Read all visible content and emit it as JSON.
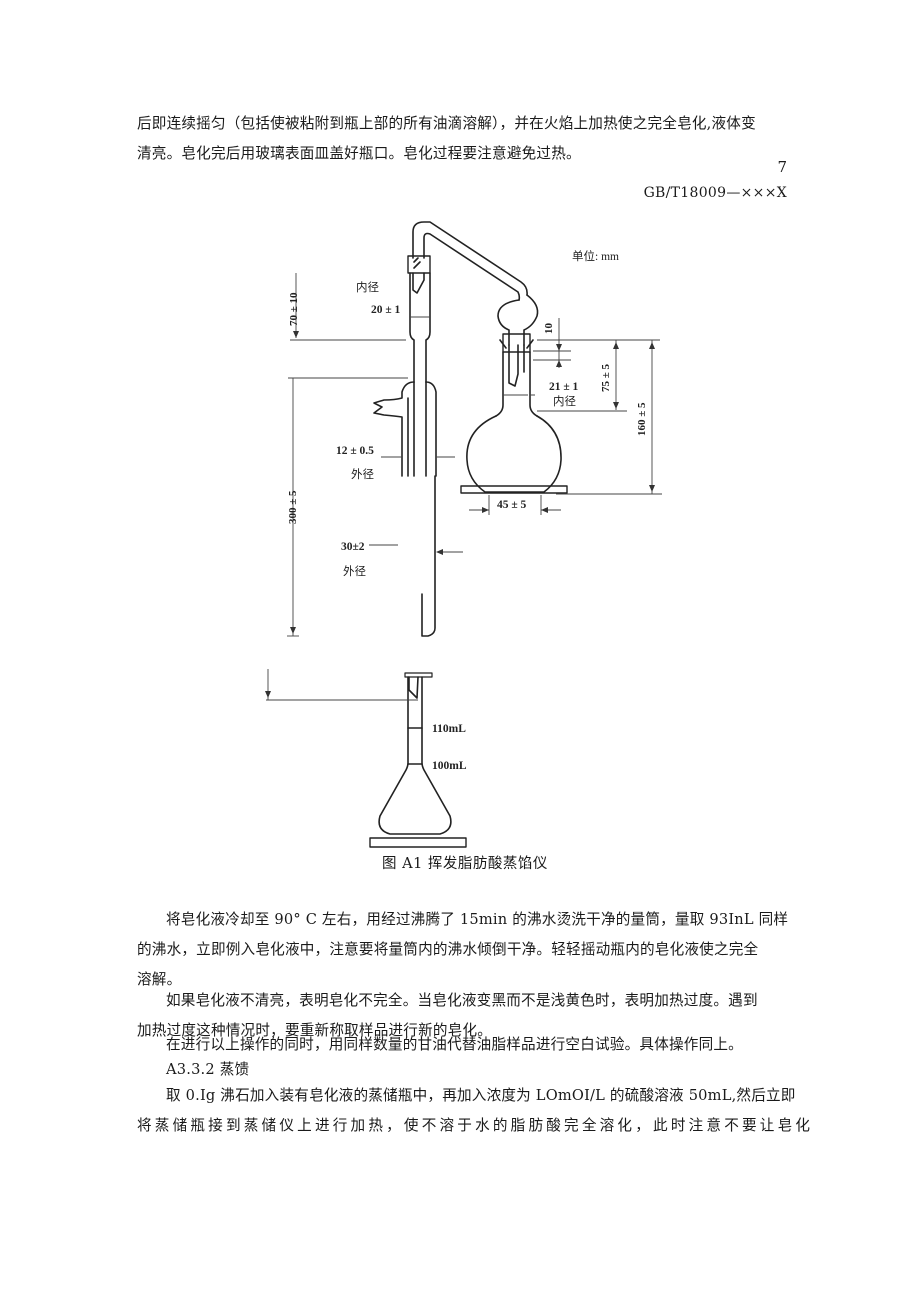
{
  "header": {
    "page_number": "7",
    "standard_number": "GB/T18009—×××X"
  },
  "intro_paragraph": {
    "lines": [
      "后即连续摇匀（包括使被粘附到瓶上部的所有油滴溶解），并在火焰上加热使之完全皂化,液体变",
      "清亮。皂化完后用玻璃表面皿盖好瓶口。皂化过程要注意避免过热。"
    ]
  },
  "figure": {
    "unit_label": "单位: mm",
    "labels": {
      "inner_dia_top": "内径",
      "dim_20": "20 ± 1",
      "dim_70": "70 ± 10",
      "dim_10": "10",
      "dim_21": "21 ± 1",
      "inner_dia_flask": "内径",
      "dim_75": "75 ± 5",
      "dim_160": "160 ± 5",
      "dim_12": "12 ± 0.5",
      "outer_dia_12": "外径",
      "dim_45": "45 ± 5",
      "dim_300": "300 ± 5",
      "dim_30": "30±2",
      "outer_dia_30": "外径",
      "mark_110": "110mL",
      "mark_100": "100mL"
    },
    "caption": "图 A1 挥发脂肪酸蒸馅仪"
  },
  "body": {
    "para1": [
      "将皂化液冷却至 90° C 左右，用经过沸腾了 15min 的沸水烫洗干净的量筒，量取 93InL 同样",
      "的沸水，立即例入皂化液中，注意要将量筒内的沸水倾倒干净。轻轻摇动瓶内的皂化液使之完全",
      "溶解。"
    ],
    "para2": [
      "如果皂化液不清亮，表明皂化不完全。当皂化液变黑而不是浅黄色时，表明加热过度。遇到",
      "加热过度这种情况时，要重新称取样品进行新的皂化。"
    ],
    "para3": [
      "在进行以上操作的同时，用同样数量的甘油代替油脂样品进行空白试验。具体操作同上。"
    ],
    "section_heading": "A3.3.2 蒸馈",
    "para4": [
      "取 0.Ig 沸石加入装有皂化液的蒸储瓶中，再加入浓度为 LOmOI/L 的硫酸溶液 50mL,然后立即",
      "将蒸储瓶接到蒸储仪上进行加热，使不溶于水的脂肪酸完全溶化，此时注意不要让皂化"
    ]
  }
}
